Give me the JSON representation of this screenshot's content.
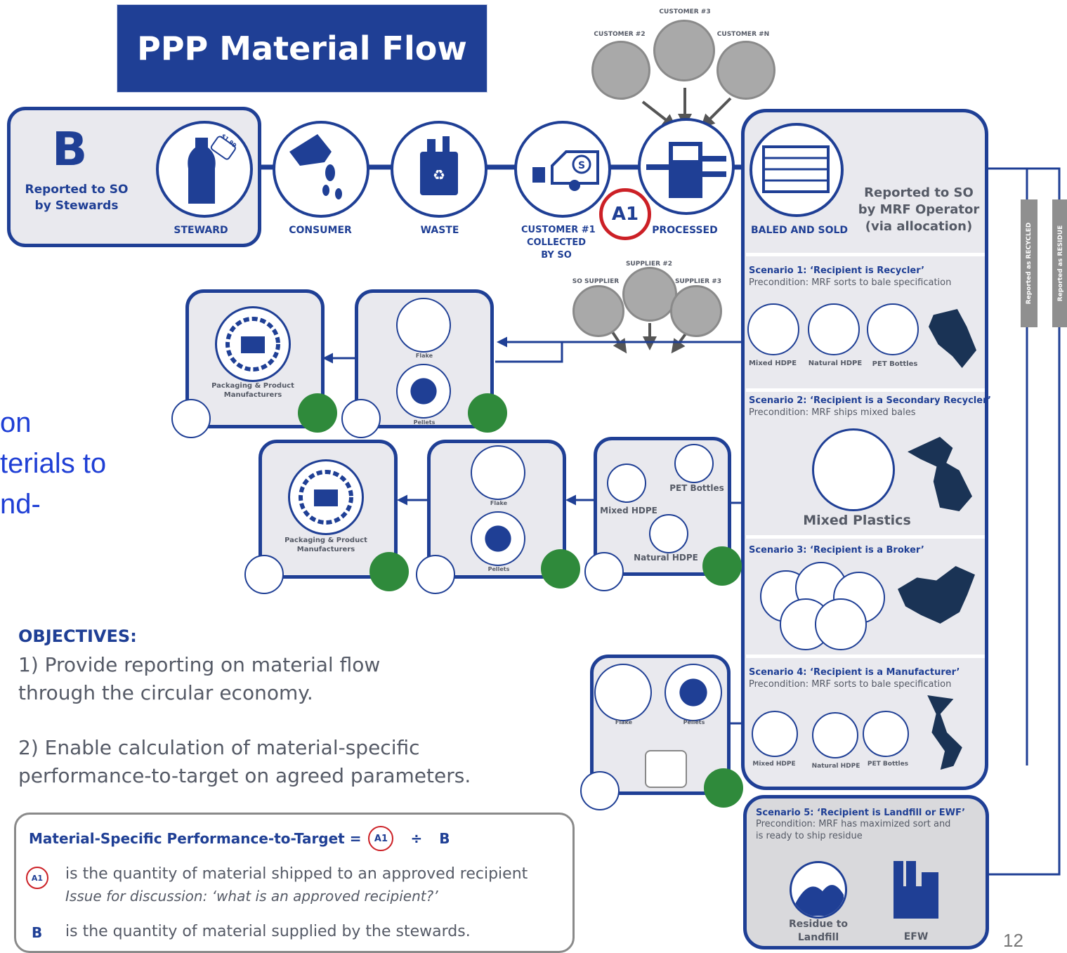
{
  "title": "PPP Material Flow",
  "page_number": "12",
  "b_box": {
    "letter": "B",
    "text_line1": "Reported to SO",
    "text_line2": "by Stewards"
  },
  "stages": {
    "steward": "STEWARD",
    "consumer": "CONSUMER",
    "waste": "WASTE",
    "collected_line1": "CUSTOMER #1",
    "collected_line2": "COLLECTED",
    "collected_line3": "BY SO",
    "processed": "PROCESSED",
    "baled": "BALED AND SOLD",
    "price_tag": "$1.99"
  },
  "customers": {
    "c2": "CUSTOMER #2",
    "c3": "CUSTOMER #3",
    "cn": "CUSTOMER #N"
  },
  "suppliers": {
    "so": "SO SUPPLIER",
    "s2": "SUPPLIER #2",
    "s3": "SUPPLIER #3"
  },
  "a1_badge": "A1",
  "mrf_reported": {
    "line1": "Reported to SO",
    "line2": "by MRF Operator",
    "line3": "(via allocation)"
  },
  "side_bars": {
    "recycled": "Reported as RECYCLED",
    "residue": "Reported as RESIDUE"
  },
  "scenarios": {
    "s1_title": "Scenario 1: ‘Recipient is Recycler’",
    "s1_pre": "Precondition: MRF sorts to bale specification",
    "s1_labels": [
      "Mixed HDPE",
      "Natural HDPE",
      "PET Bottles"
    ],
    "s2_title": "Scenario 2: ‘Recipient is a Secondary Recycler’",
    "s2_pre": "Precondition: MRF ships mixed bales",
    "s2_label": "Mixed Plastics",
    "s3_title": "Scenario 3: ‘Recipient is a Broker’",
    "s4_title": "Scenario 4: ‘Recipient is a Manufacturer’",
    "s4_pre": "Precondition: MRF sorts to bale specification",
    "s4_labels": [
      "Mixed HDPE",
      "Natural HDPE",
      "PET Bottles"
    ],
    "s5_title": "Scenario 5: ‘Recipient is Landfill or EWF’",
    "s5_pre1": "Precondition: MRF has maximized sort and",
    "s5_pre2": "is ready to ship residue",
    "s5_landfill1": "Residue to",
    "s5_landfill2": "Landfill",
    "s5_efw": "EFW"
  },
  "flow_labels": {
    "flake": "Flake",
    "pellets": "Pellets",
    "manufacturers1": "Packaging & Product",
    "manufacturers2": "Manufacturers",
    "pet_bottles": "PET Bottles",
    "mixed_hdpe": "Mixed HDPE",
    "natural_hdpe": "Natural HDPE"
  },
  "cutoff_text": {
    "line1": "on",
    "line2": "terials to",
    "line3": "nd-"
  },
  "objectives": {
    "heading": "OBJECTIVES:",
    "o1_line1": "1) Provide reporting on material flow",
    "o1_line2": "through the circular economy.",
    "o2_line1": "2) Enable calculation of material-specific",
    "o2_line2": "performance-to-target on agreed parameters."
  },
  "formula": {
    "left": "Material-Specific Performance-to-Target =",
    "a1": "A1",
    "div": "÷",
    "b": "B",
    "a1_def": "is the quantity of material shipped to an approved recipient",
    "issue": "Issue for discussion: ‘what is an approved recipient?’",
    "b_letter": "B",
    "b_def": "is the quantity of material supplied by the stewards."
  },
  "colors": {
    "navy": "#1f3f95",
    "dark": "#1a3355",
    "grey": "#9a9a9a",
    "red": "#cc2026"
  }
}
